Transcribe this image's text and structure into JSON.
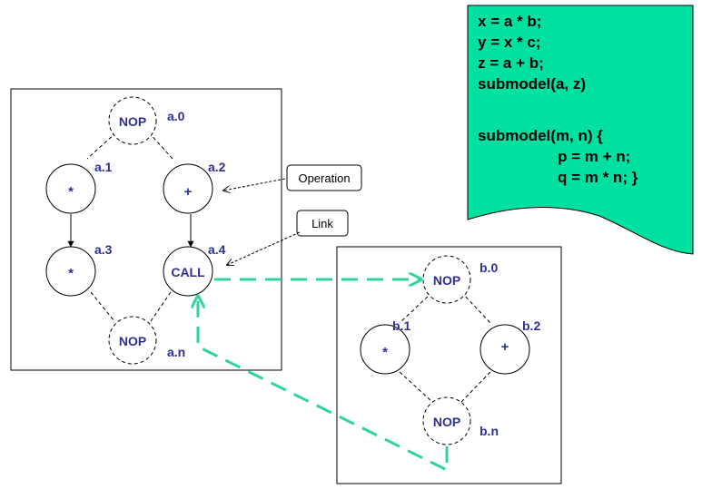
{
  "colors": {
    "node_text": "#2e3192",
    "link": "#2ed3a0",
    "code_bg": "#00e0a0",
    "box_border": "#000000"
  },
  "code": {
    "lines": [
      "x = a * b;",
      "y = x * c;",
      "z = a + b;",
      "submodel(a, z)",
      "",
      "submodel(m, n) {",
      "p = m + n;",
      "q = m * n; }"
    ]
  },
  "graph_a": {
    "nodes": {
      "a0": {
        "label": "NOP",
        "id": "a.0"
      },
      "a1": {
        "label": "*",
        "id": "a.1"
      },
      "a2": {
        "label": "+",
        "id": "a.2"
      },
      "a3": {
        "label": "*",
        "id": "a.3"
      },
      "a4": {
        "label": "CALL",
        "id": "a.4"
      },
      "an": {
        "label": "NOP",
        "id": "a.n"
      }
    }
  },
  "graph_b": {
    "nodes": {
      "b0": {
        "label": "NOP",
        "id": "b.0"
      },
      "b1": {
        "label": "*",
        "id": "b.1"
      },
      "b2": {
        "label": "+",
        "id": "b.2"
      },
      "bn": {
        "label": "NOP",
        "id": "b.n"
      }
    }
  },
  "callouts": {
    "operation": "Operation",
    "link": "Link"
  }
}
